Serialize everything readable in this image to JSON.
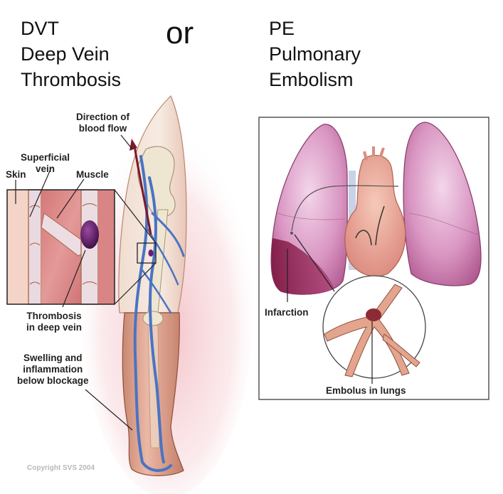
{
  "headings": {
    "dvt": {
      "abbr": "DVT",
      "line1": "Deep Vein",
      "line2": "Thrombosis"
    },
    "or": "or",
    "pe": {
      "abbr": "PE",
      "line1": "Pulmonary",
      "line2": "Embolism"
    }
  },
  "dvt_figure": {
    "labels": {
      "direction_line1": "Direction of",
      "direction_line2": "blood flow",
      "superficial_line1": "Superficial",
      "superficial_line2": "vein",
      "skin": "Skin",
      "muscle": "Muscle",
      "thrombosis_line1": "Thrombosis",
      "thrombosis_line2": "in deep vein",
      "swelling_line1": "Swelling and",
      "swelling_line2": "inflammation",
      "swelling_line3": "below blockage"
    },
    "copyright": "Copyright SVS 2004",
    "colors": {
      "skin": "#e8b9a6",
      "vein": "#4a73c4",
      "clot": "#5a1a5e",
      "muscle": "#d98585",
      "glow": "#f4c8cc",
      "arrow": "#7a1a2a"
    }
  },
  "pe_figure": {
    "labels": {
      "infarction": "Infarction",
      "embolus": "Embolus in lungs"
    },
    "colors": {
      "lung": "#d58ab8",
      "lung_dark": "#8e1f4c",
      "heart": "#e8a090",
      "vessel": "#e3a58e",
      "frame": "#555555"
    }
  }
}
